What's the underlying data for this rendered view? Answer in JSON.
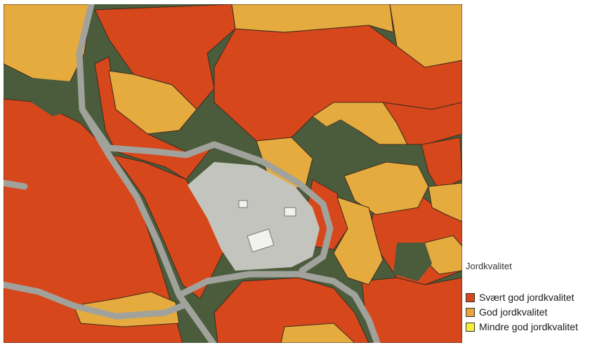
{
  "legend": {
    "title": "Jordkvalitet",
    "items": [
      {
        "label": "Svært god jordkvalitet",
        "color": "#d7471c"
      },
      {
        "label": "God jordkvalitet",
        "color": "#eaa53a"
      },
      {
        "label": "Mindre god jordkvalitet",
        "color": "#f6ee3a"
      }
    ]
  },
  "map": {
    "colors": {
      "very_good": "#d7471c",
      "good": "#e6ab3e",
      "vegetation": "#4b5c3c",
      "road": "#a2a29c",
      "site": "#c3c4bd",
      "field_border": "#3d2b1c"
    }
  }
}
